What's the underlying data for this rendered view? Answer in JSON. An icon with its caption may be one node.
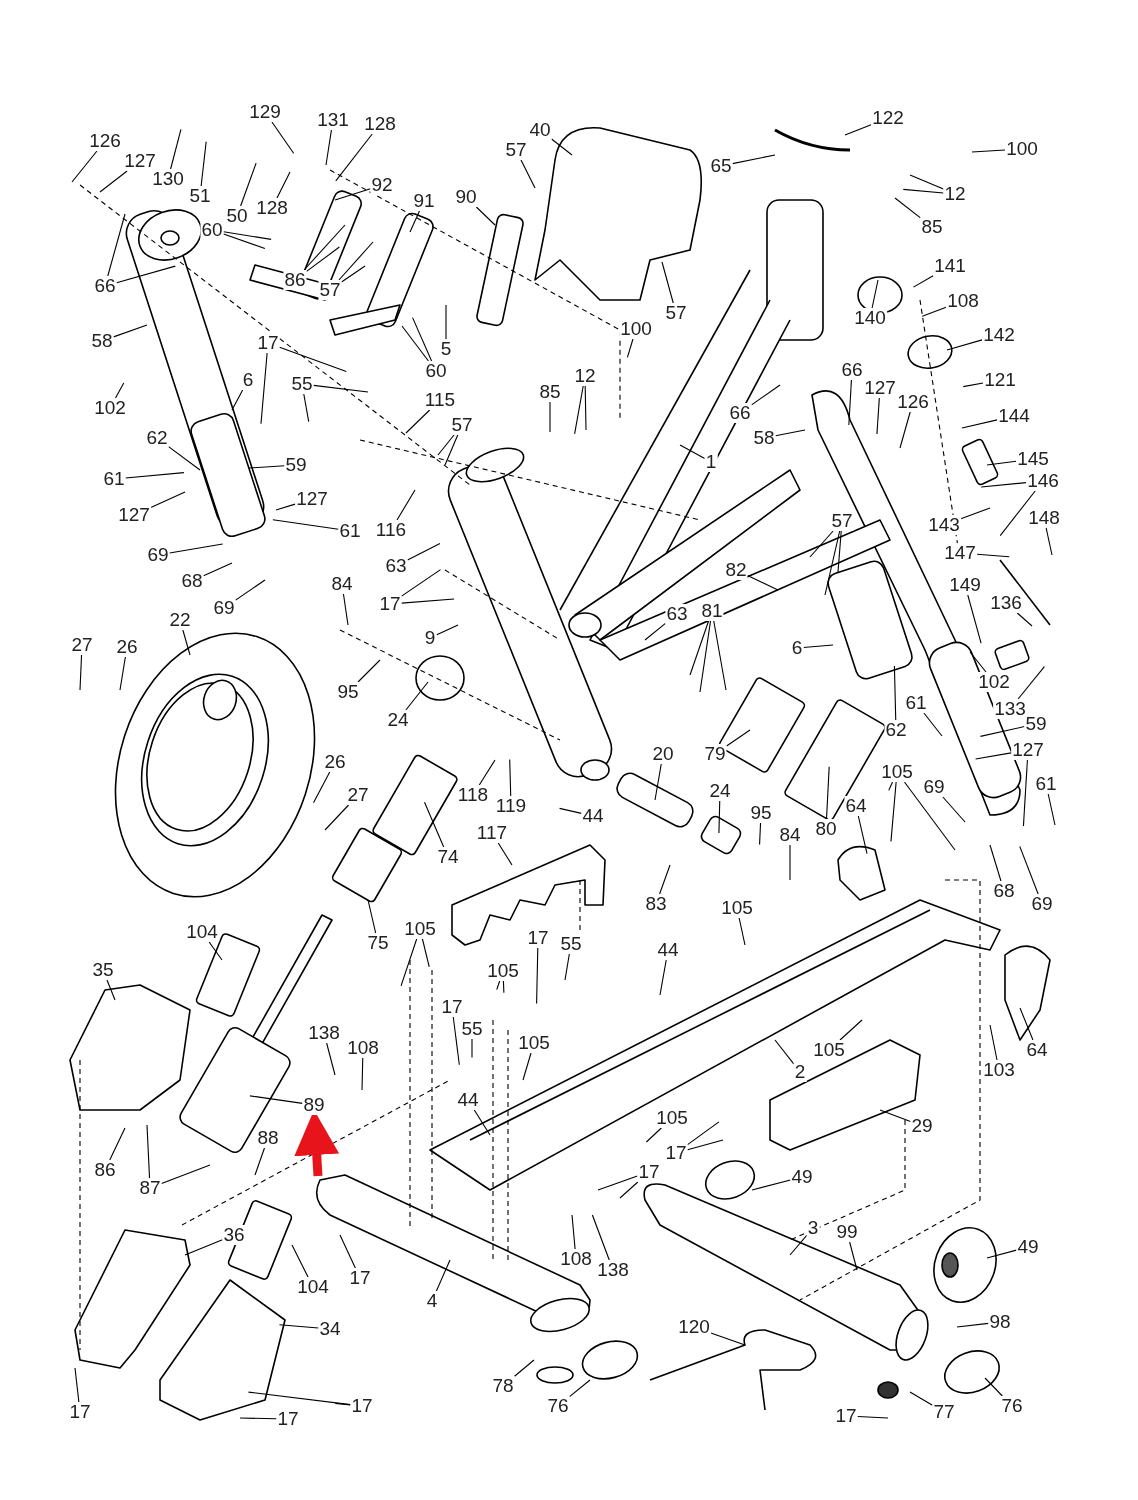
{
  "diagram": {
    "nodes": [
      {
        "text": [
          "129"
        ]
      },
      {
        "text": [
          "131"
        ]
      },
      {
        "text": [
          "128"
        ]
      },
      {
        "text": [
          "40"
        ]
      },
      {
        "text": [
          "122"
        ]
      },
      {
        "text": [
          "126"
        ]
      },
      {
        "text": [
          "100"
        ]
      },
      {
        "text": [
          "57"
        ]
      },
      {
        "text": [
          "127"
        ]
      },
      {
        "text": [
          "65"
        ]
      },
      {
        "text": [
          "130"
        ]
      },
      {
        "text": [
          "51"
        ]
      },
      {
        "text": [
          "92"
        ]
      },
      {
        "text": [
          "12"
        ]
      },
      {
        "text": [
          "128"
        ]
      },
      {
        "text": [
          "50"
        ]
      },
      {
        "text": [
          "91"
        ]
      },
      {
        "text": [
          "90"
        ]
      },
      {
        "text": [
          "85"
        ]
      },
      {
        "text": [
          "60"
        ]
      },
      {
        "text": [
          "66"
        ]
      },
      {
        "text": [
          "86"
        ]
      },
      {
        "text": [
          "57"
        ]
      },
      {
        "text": [
          "57"
        ]
      },
      {
        "text": [
          "140"
        ]
      },
      {
        "text": [
          "141"
        ]
      },
      {
        "text": [
          "108"
        ]
      },
      {
        "text": [
          "100"
        ]
      },
      {
        "text": [
          "58"
        ]
      },
      {
        "text": [
          "5"
        ]
      },
      {
        "text": [
          "142"
        ]
      },
      {
        "text": [
          "17"
        ]
      },
      {
        "text": [
          "60"
        ]
      },
      {
        "text": [
          "12"
        ]
      },
      {
        "text": [
          "121"
        ]
      },
      {
        "text": [
          "66"
        ]
      },
      {
        "text": [
          "6"
        ]
      },
      {
        "text": [
          "55"
        ]
      },
      {
        "text": [
          "127"
        ]
      },
      {
        "text": [
          "85"
        ]
      },
      {
        "text": [
          "115"
        ]
      },
      {
        "text": [
          "126"
        ]
      },
      {
        "text": [
          "102"
        ]
      },
      {
        "text": [
          "66"
        ]
      },
      {
        "text": [
          "144"
        ]
      },
      {
        "text": [
          "57"
        ]
      },
      {
        "text": [
          "58"
        ]
      },
      {
        "text": [
          "62"
        ]
      },
      {
        "text": [
          "145"
        ]
      },
      {
        "text": [
          "1"
        ]
      },
      {
        "text": [
          "59"
        ]
      },
      {
        "text": [
          "61"
        ]
      },
      {
        "text": [
          "146"
        ]
      },
      {
        "text": [
          "127"
        ]
      },
      {
        "text": [
          "127"
        ]
      },
      {
        "text": [
          "143"
        ]
      },
      {
        "text": [
          "148"
        ]
      },
      {
        "text": [
          "57"
        ]
      },
      {
        "text": [
          "116"
        ]
      },
      {
        "text": [
          "61"
        ]
      },
      {
        "text": [
          "147"
        ]
      },
      {
        "text": [
          "69"
        ]
      },
      {
        "text": [
          "63"
        ]
      },
      {
        "text": [
          "82"
        ]
      },
      {
        "text": [
          "68"
        ]
      },
      {
        "text": [
          "84"
        ]
      },
      {
        "text": [
          "149"
        ]
      },
      {
        "text": [
          "17"
        ]
      },
      {
        "text": [
          "136"
        ]
      },
      {
        "text": [
          "69"
        ]
      },
      {
        "text": [
          "81"
        ]
      },
      {
        "text": [
          "63"
        ]
      },
      {
        "text": [
          "22"
        ]
      },
      {
        "text": [
          "9"
        ]
      },
      {
        "text": [
          "27"
        ]
      },
      {
        "text": [
          "26"
        ]
      },
      {
        "text": [
          "6"
        ]
      },
      {
        "text": [
          "102"
        ]
      },
      {
        "text": [
          "95"
        ]
      },
      {
        "text": [
          "61"
        ]
      },
      {
        "text": [
          "133"
        ]
      },
      {
        "text": [
          "24"
        ]
      },
      {
        "text": [
          "59"
        ]
      },
      {
        "text": [
          "62"
        ]
      },
      {
        "text": [
          "127"
        ]
      },
      {
        "text": [
          "20"
        ]
      },
      {
        "text": [
          "79"
        ]
      },
      {
        "text": [
          "26"
        ]
      },
      {
        "text": [
          "105"
        ]
      },
      {
        "text": [
          "61"
        ]
      },
      {
        "text": [
          "69"
        ]
      },
      {
        "text": [
          "24"
        ]
      },
      {
        "text": [
          "118"
        ]
      },
      {
        "text": [
          "27"
        ]
      },
      {
        "text": [
          "119"
        ]
      },
      {
        "text": [
          "64"
        ]
      },
      {
        "text": [
          "95"
        ]
      },
      {
        "text": [
          "44"
        ]
      },
      {
        "text": [
          "80"
        ]
      },
      {
        "text": [
          "117"
        ]
      },
      {
        "text": [
          "84"
        ]
      },
      {
        "text": [
          "74"
        ]
      },
      {
        "text": [
          "68"
        ]
      },
      {
        "text": [
          "83"
        ]
      },
      {
        "text": [
          "69"
        ]
      },
      {
        "text": [
          "105"
        ]
      },
      {
        "text": [
          "105"
        ]
      },
      {
        "text": [
          "104"
        ]
      },
      {
        "text": [
          "17"
        ]
      },
      {
        "text": [
          "75"
        ]
      },
      {
        "text": [
          "55"
        ]
      },
      {
        "text": [
          "44"
        ]
      },
      {
        "text": [
          "35"
        ]
      },
      {
        "text": [
          "105"
        ]
      },
      {
        "text": [
          "17"
        ]
      },
      {
        "text": [
          "55"
        ]
      },
      {
        "text": [
          "138"
        ]
      },
      {
        "text": [
          "105"
        ]
      },
      {
        "text": [
          "108"
        ]
      },
      {
        "text": [
          "105"
        ]
      },
      {
        "text": [
          "64"
        ]
      },
      {
        "text": [
          "103"
        ]
      },
      {
        "text": [
          "2"
        ]
      },
      {
        "text": [
          "89"
        ]
      },
      {
        "text": [
          "44"
        ]
      },
      {
        "text": [
          "105"
        ]
      },
      {
        "text": [
          "29"
        ]
      },
      {
        "text": [
          "88"
        ]
      },
      {
        "text": [
          "17"
        ]
      },
      {
        "text": [
          "17"
        ]
      },
      {
        "text": [
          "86"
        ]
      },
      {
        "text": [
          "87"
        ]
      },
      {
        "text": [
          "49"
        ]
      },
      {
        "text": [
          "3"
        ]
      },
      {
        "text": [
          "99"
        ]
      },
      {
        "text": [
          "36"
        ]
      },
      {
        "text": [
          "49"
        ]
      },
      {
        "text": [
          "108"
        ]
      },
      {
        "text": [
          "138"
        ]
      },
      {
        "text": [
          "17"
        ]
      },
      {
        "text": [
          "104"
        ]
      },
      {
        "text": [
          "4"
        ]
      },
      {
        "text": [
          "98"
        ]
      },
      {
        "text": [
          "120"
        ]
      },
      {
        "text": [
          "34"
        ]
      },
      {
        "text": [
          "78"
        ]
      },
      {
        "text": [
          "76"
        ]
      },
      {
        "text": [
          "17"
        ]
      },
      {
        "text": [
          "77"
        ]
      },
      {
        "text": [
          "76"
        ]
      },
      {
        "text": [
          "17"
        ]
      },
      {
        "text": [
          "17"
        ]
      },
      {
        "text": [
          "17"
        ]
      }
    ],
    "edges": [
      {
        "from": 0,
        "to": null,
        "arrow": "none"
      },
      {
        "from": 1,
        "to": null,
        "arrow": "none"
      },
      {
        "from": 2,
        "to": null,
        "arrow": "none"
      },
      {
        "from": 3,
        "to": null,
        "arrow": "none"
      },
      {
        "from": 4,
        "to": null,
        "arrow": "none"
      },
      {
        "from": 5,
        "to": null,
        "arrow": "none"
      },
      {
        "from": 6,
        "to": null,
        "arrow": "none"
      },
      {
        "from": 7,
        "to": null,
        "arrow": "none"
      },
      {
        "from": 8,
        "to": null,
        "arrow": "none"
      },
      {
        "from": 9,
        "to": null,
        "arrow": "none"
      },
      {
        "from": 10,
        "to": null,
        "arrow": "none"
      },
      {
        "from": 11,
        "to": null,
        "arrow": "none"
      },
      {
        "from": 12,
        "to": null,
        "arrow": "none"
      },
      {
        "from": 13,
        "to": null,
        "arrow": "none"
      },
      {
        "from": 13,
        "to": null,
        "arrow": "none"
      },
      {
        "from": 14,
        "to": null,
        "arrow": "none"
      },
      {
        "from": 15,
        "to": null,
        "arrow": "none"
      },
      {
        "from": 16,
        "to": null,
        "arrow": "none"
      },
      {
        "from": 17,
        "to": null,
        "arrow": "none"
      },
      {
        "from": 18,
        "to": null,
        "arrow": "none"
      },
      {
        "from": 19,
        "to": null,
        "arrow": "none"
      },
      {
        "from": 19,
        "to": null,
        "arrow": "none"
      },
      {
        "from": 20,
        "to": null,
        "arrow": "none"
      },
      {
        "from": 20,
        "to": null,
        "arrow": "none"
      },
      {
        "from": 21,
        "to": null,
        "arrow": "none"
      },
      {
        "from": 21,
        "to": null,
        "arrow": "none"
      },
      {
        "from": 22,
        "to": null,
        "arrow": "none"
      },
      {
        "from": 22,
        "to": null,
        "arrow": "none"
      },
      {
        "from": 23,
        "to": null,
        "arrow": "none"
      },
      {
        "from": 24,
        "to": null,
        "arrow": "none"
      },
      {
        "from": 25,
        "to": null,
        "arrow": "none"
      },
      {
        "from": 26,
        "to": null,
        "arrow": "none"
      },
      {
        "from": 27,
        "to": null,
        "arrow": "none"
      },
      {
        "from": 28,
        "to": null,
        "arrow": "none"
      },
      {
        "from": 29,
        "to": null,
        "arrow": "none"
      },
      {
        "from": 30,
        "to": null,
        "arrow": "none"
      },
      {
        "from": 31,
        "to": null,
        "arrow": "none"
      },
      {
        "from": 31,
        "to": null,
        "arrow": "none"
      },
      {
        "from": 32,
        "to": null,
        "arrow": "none"
      },
      {
        "from": 32,
        "to": null,
        "arrow": "none"
      },
      {
        "from": 33,
        "to": null,
        "arrow": "none"
      },
      {
        "from": 33,
        "to": null,
        "arrow": "none"
      },
      {
        "from": 34,
        "to": null,
        "arrow": "none"
      },
      {
        "from": 35,
        "to": null,
        "arrow": "none"
      },
      {
        "from": 36,
        "to": null,
        "arrow": "none"
      },
      {
        "from": 37,
        "to": null,
        "arrow": "none"
      },
      {
        "from": 37,
        "to": null,
        "arrow": "none"
      },
      {
        "from": 38,
        "to": null,
        "arrow": "none"
      },
      {
        "from": 39,
        "to": null,
        "arrow": "none"
      },
      {
        "from": 40,
        "to": null,
        "arrow": "none"
      },
      {
        "from": 41,
        "to": null,
        "arrow": "none"
      },
      {
        "from": 42,
        "to": null,
        "arrow": "none"
      },
      {
        "from": 43,
        "to": null,
        "arrow": "none"
      },
      {
        "from": 44,
        "to": null,
        "arrow": "none"
      },
      {
        "from": 45,
        "to": null,
        "arrow": "none"
      },
      {
        "from": 45,
        "to": null,
        "arrow": "none"
      },
      {
        "from": 46,
        "to": null,
        "arrow": "none"
      },
      {
        "from": 47,
        "to": null,
        "arrow": "none"
      },
      {
        "from": 48,
        "to": null,
        "arrow": "none"
      },
      {
        "from": 49,
        "to": null,
        "arrow": "none"
      },
      {
        "from": 50,
        "to": null,
        "arrow": "none"
      },
      {
        "from": 51,
        "to": null,
        "arrow": "none"
      },
      {
        "from": 52,
        "to": null,
        "arrow": "none"
      },
      {
        "from": 52,
        "to": null,
        "arrow": "none"
      },
      {
        "from": 53,
        "to": null,
        "arrow": "none"
      },
      {
        "from": 54,
        "to": null,
        "arrow": "none"
      },
      {
        "from": 55,
        "to": null,
        "arrow": "none"
      },
      {
        "from": 56,
        "to": null,
        "arrow": "none"
      },
      {
        "from": 57,
        "to": null,
        "arrow": "none"
      },
      {
        "from": 57,
        "to": null,
        "arrow": "none"
      },
      {
        "from": 57,
        "to": null,
        "arrow": "none"
      },
      {
        "from": 58,
        "to": null,
        "arrow": "none"
      },
      {
        "from": 59,
        "to": null,
        "arrow": "none"
      },
      {
        "from": 60,
        "to": null,
        "arrow": "none"
      },
      {
        "from": 61,
        "to": null,
        "arrow": "none"
      },
      {
        "from": 62,
        "to": null,
        "arrow": "none"
      },
      {
        "from": 63,
        "to": null,
        "arrow": "none"
      },
      {
        "from": 64,
        "to": null,
        "arrow": "none"
      },
      {
        "from": 65,
        "to": null,
        "arrow": "none"
      },
      {
        "from": 66,
        "to": null,
        "arrow": "none"
      },
      {
        "from": 67,
        "to": null,
        "arrow": "none"
      },
      {
        "from": 67,
        "to": null,
        "arrow": "none"
      },
      {
        "from": 68,
        "to": null,
        "arrow": "none"
      },
      {
        "from": 69,
        "to": null,
        "arrow": "none"
      },
      {
        "from": 70,
        "to": null,
        "arrow": "none"
      },
      {
        "from": 70,
        "to": null,
        "arrow": "none"
      },
      {
        "from": 70,
        "to": null,
        "arrow": "none"
      },
      {
        "from": 71,
        "to": null,
        "arrow": "none"
      },
      {
        "from": 72,
        "to": null,
        "arrow": "none"
      },
      {
        "from": 73,
        "to": null,
        "arrow": "none"
      },
      {
        "from": 74,
        "to": null,
        "arrow": "none"
      },
      {
        "from": 75,
        "to": null,
        "arrow": "none"
      },
      {
        "from": 76,
        "to": null,
        "arrow": "none"
      },
      {
        "from": 77,
        "to": null,
        "arrow": "none"
      },
      {
        "from": 78,
        "to": null,
        "arrow": "none"
      },
      {
        "from": 79,
        "to": null,
        "arrow": "none"
      },
      {
        "from": 80,
        "to": null,
        "arrow": "none"
      },
      {
        "from": 81,
        "to": null,
        "arrow": "none"
      },
      {
        "from": 82,
        "to": null,
        "arrow": "none"
      },
      {
        "from": 83,
        "to": null,
        "arrow": "none"
      },
      {
        "from": 84,
        "to": null,
        "arrow": "none"
      },
      {
        "from": 84,
        "to": null,
        "arrow": "none"
      },
      {
        "from": 85,
        "to": null,
        "arrow": "none"
      },
      {
        "from": 86,
        "to": null,
        "arrow": "none"
      },
      {
        "from": 87,
        "to": null,
        "arrow": "none"
      },
      {
        "from": 88,
        "to": null,
        "arrow": "none"
      },
      {
        "from": 88,
        "to": null,
        "arrow": "none"
      },
      {
        "from": 88,
        "to": null,
        "arrow": "none"
      },
      {
        "from": 89,
        "to": null,
        "arrow": "none"
      },
      {
        "from": 90,
        "to": null,
        "arrow": "none"
      },
      {
        "from": 91,
        "to": null,
        "arrow": "none"
      },
      {
        "from": 92,
        "to": null,
        "arrow": "none"
      },
      {
        "from": 93,
        "to": null,
        "arrow": "none"
      },
      {
        "from": 94,
        "to": null,
        "arrow": "none"
      },
      {
        "from": 95,
        "to": null,
        "arrow": "none"
      },
      {
        "from": 96,
        "to": null,
        "arrow": "none"
      },
      {
        "from": 97,
        "to": null,
        "arrow": "none"
      },
      {
        "from": 98,
        "to": null,
        "arrow": "none"
      },
      {
        "from": 99,
        "to": null,
        "arrow": "none"
      },
      {
        "from": 100,
        "to": null,
        "arrow": "none"
      },
      {
        "from": 101,
        "to": null,
        "arrow": "none"
      },
      {
        "from": 102,
        "to": null,
        "arrow": "none"
      },
      {
        "from": 103,
        "to": null,
        "arrow": "none"
      },
      {
        "from": 104,
        "to": null,
        "arrow": "none"
      },
      {
        "from": 105,
        "to": null,
        "arrow": "none"
      },
      {
        "from": 106,
        "to": null,
        "arrow": "none"
      },
      {
        "from": 106,
        "to": null,
        "arrow": "none"
      },
      {
        "from": 107,
        "to": null,
        "arrow": "none"
      },
      {
        "from": 108,
        "to": null,
        "arrow": "none"
      },
      {
        "from": 109,
        "to": null,
        "arrow": "none"
      },
      {
        "from": 110,
        "to": null,
        "arrow": "none"
      },
      {
        "from": 111,
        "to": null,
        "arrow": "none"
      },
      {
        "from": 112,
        "to": null,
        "arrow": "none"
      },
      {
        "from": 113,
        "to": null,
        "arrow": "none"
      },
      {
        "from": 113,
        "to": null,
        "arrow": "none"
      },
      {
        "from": 114,
        "to": null,
        "arrow": "none"
      },
      {
        "from": 115,
        "to": null,
        "arrow": "none"
      },
      {
        "from": 116,
        "to": null,
        "arrow": "none"
      },
      {
        "from": 117,
        "to": null,
        "arrow": "none"
      },
      {
        "from": 118,
        "to": null,
        "arrow": "none"
      },
      {
        "from": 119,
        "to": null,
        "arrow": "none"
      },
      {
        "from": 120,
        "to": null,
        "arrow": "none"
      },
      {
        "from": 121,
        "to": null,
        "arrow": "none"
      },
      {
        "from": 122,
        "to": null,
        "arrow": "none"
      },
      {
        "from": 123,
        "to": null,
        "arrow": "none"
      },
      {
        "from": 124,
        "to": null,
        "arrow": "none"
      },
      {
        "from": 125,
        "to": null,
        "arrow": "none"
      },
      {
        "from": 126,
        "to": null,
        "arrow": "none"
      },
      {
        "from": 127,
        "to": null,
        "arrow": "none"
      },
      {
        "from": 128,
        "to": null,
        "arrow": "none"
      },
      {
        "from": 128,
        "to": null,
        "arrow": "none"
      },
      {
        "from": 129,
        "to": null,
        "arrow": "none"
      },
      {
        "from": 129,
        "to": null,
        "arrow": "none"
      },
      {
        "from": 130,
        "to": null,
        "arrow": "none"
      },
      {
        "from": 131,
        "to": null,
        "arrow": "none"
      },
      {
        "from": 131,
        "to": null,
        "arrow": "none"
      },
      {
        "from": 132,
        "to": null,
        "arrow": "none"
      },
      {
        "from": 133,
        "to": null,
        "arrow": "none"
      },
      {
        "from": 134,
        "to": null,
        "arrow": "none"
      },
      {
        "from": 135,
        "to": null,
        "arrow": "none"
      },
      {
        "from": 136,
        "to": null,
        "arrow": "none"
      },
      {
        "from": 137,
        "to": null,
        "arrow": "none"
      },
      {
        "from": 138,
        "to": null,
        "arrow": "none"
      },
      {
        "from": 139,
        "to": null,
        "arrow": "none"
      },
      {
        "from": 140,
        "to": null,
        "arrow": "none"
      },
      {
        "from": 141,
        "to": null,
        "arrow": "none"
      },
      {
        "from": 142,
        "to": null,
        "arrow": "none"
      },
      {
        "from": 143,
        "to": null,
        "arrow": "none"
      },
      {
        "from": 144,
        "to": null,
        "arrow": "none"
      },
      {
        "from": 145,
        "to": null,
        "arrow": "none"
      },
      {
        "from": 146,
        "to": null,
        "arrow": "none"
      },
      {
        "from": 147,
        "to": null,
        "arrow": "none"
      },
      {
        "from": 147,
        "to": null,
        "arrow": "none"
      },
      {
        "from": 148,
        "to": null,
        "arrow": "none"
      },
      {
        "from": 149,
        "to": null,
        "arrow": "none"
      },
      {
        "from": 150,
        "to": null,
        "arrow": "none"
      },
      {
        "from": 151,
        "to": null,
        "arrow": "none"
      },
      {
        "from": 152,
        "to": null,
        "arrow": "none"
      },
      {
        "from": null,
        "to": 123,
        "arrow": "to",
        "style": "thick",
        "color": "#e8141b"
      }
    ]
  }
}
